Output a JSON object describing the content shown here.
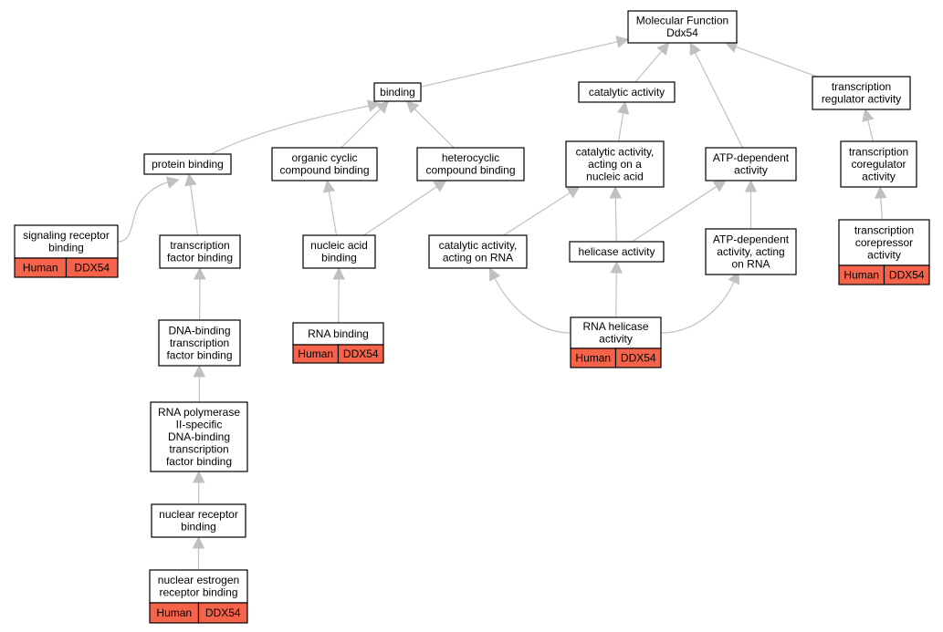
{
  "colors": {
    "edge": "#c0c0c0",
    "annotation_fill": "#f4634a",
    "node_fill": "#ffffff",
    "border": "#000000"
  },
  "nodes": [
    {
      "id": "mf",
      "lines": [
        "Molecular Function",
        "Ddx54"
      ]
    },
    {
      "id": "binding",
      "lines": [
        "binding"
      ]
    },
    {
      "id": "catalytic",
      "lines": [
        "catalytic activity"
      ]
    },
    {
      "id": "tra",
      "lines": [
        "transcription",
        "regulator activity"
      ]
    },
    {
      "id": "protein_binding",
      "lines": [
        "protein binding"
      ]
    },
    {
      "id": "organic_cyclic",
      "lines": [
        "organic cyclic",
        "compound binding"
      ]
    },
    {
      "id": "heterocyclic",
      "lines": [
        "heterocyclic",
        "compound binding"
      ]
    },
    {
      "id": "cat_nucleic",
      "lines": [
        "catalytic activity,",
        "acting on a",
        "nucleic acid"
      ]
    },
    {
      "id": "atp_dep",
      "lines": [
        "ATP-dependent",
        "activity"
      ]
    },
    {
      "id": "trans_coreg",
      "lines": [
        "transcription",
        "coregulator",
        "activity"
      ]
    },
    {
      "id": "signaling",
      "lines": [
        "signaling receptor",
        "binding"
      ],
      "annotation": [
        "Human",
        "DDX54"
      ]
    },
    {
      "id": "tf_binding",
      "lines": [
        "transcription",
        "factor binding"
      ]
    },
    {
      "id": "nucleic_binding",
      "lines": [
        "nucleic acid",
        "binding"
      ]
    },
    {
      "id": "cat_rna",
      "lines": [
        "catalytic activity,",
        "acting on RNA"
      ]
    },
    {
      "id": "helicase",
      "lines": [
        "helicase activity"
      ]
    },
    {
      "id": "atp_rna",
      "lines": [
        "ATP-dependent",
        "activity, acting",
        "on RNA"
      ]
    },
    {
      "id": "corepressor",
      "lines": [
        "transcription",
        "corepressor",
        "activity"
      ],
      "annotation": [
        "Human",
        "DDX54"
      ]
    },
    {
      "id": "rna_binding",
      "lines": [
        "RNA binding"
      ],
      "annotation": [
        "Human",
        "DDX54"
      ]
    },
    {
      "id": "rna_helicase",
      "lines": [
        "RNA helicase",
        "activity"
      ],
      "annotation": [
        "Human",
        "DDX54"
      ]
    },
    {
      "id": "dna_tf",
      "lines": [
        "DNA-binding",
        "transcription",
        "factor binding"
      ]
    },
    {
      "id": "rnapol",
      "lines": [
        "RNA polymerase",
        "II-specific",
        "DNA-binding",
        "transcription",
        "factor binding"
      ]
    },
    {
      "id": "nuc_receptor",
      "lines": [
        "nuclear receptor",
        "binding"
      ]
    },
    {
      "id": "nuc_estrogen",
      "lines": [
        "nuclear estrogen",
        "receptor binding"
      ],
      "annotation": [
        "Human",
        "DDX54"
      ]
    }
  ],
  "edges": [
    {
      "from": "binding",
      "to": "mf"
    },
    {
      "from": "catalytic",
      "to": "mf"
    },
    {
      "from": "atp_dep",
      "to": "mf"
    },
    {
      "from": "tra",
      "to": "mf"
    },
    {
      "from": "protein_binding",
      "to": "binding"
    },
    {
      "from": "organic_cyclic",
      "to": "binding"
    },
    {
      "from": "heterocyclic",
      "to": "binding"
    },
    {
      "from": "cat_nucleic",
      "to": "catalytic"
    },
    {
      "from": "trans_coreg",
      "to": "tra"
    },
    {
      "from": "corepressor",
      "to": "trans_coreg"
    },
    {
      "from": "signaling",
      "to": "protein_binding"
    },
    {
      "from": "tf_binding",
      "to": "protein_binding"
    },
    {
      "from": "nucleic_binding",
      "to": "organic_cyclic"
    },
    {
      "from": "nucleic_binding",
      "to": "heterocyclic"
    },
    {
      "from": "cat_rna",
      "to": "cat_nucleic"
    },
    {
      "from": "helicase",
      "to": "cat_nucleic"
    },
    {
      "from": "helicase",
      "to": "atp_dep"
    },
    {
      "from": "atp_rna",
      "to": "atp_dep"
    },
    {
      "from": "rna_binding",
      "to": "nucleic_binding"
    },
    {
      "from": "rna_helicase",
      "to": "cat_rna"
    },
    {
      "from": "rna_helicase",
      "to": "helicase"
    },
    {
      "from": "rna_helicase",
      "to": "atp_rna"
    },
    {
      "from": "dna_tf",
      "to": "tf_binding"
    },
    {
      "from": "rnapol",
      "to": "dna_tf"
    },
    {
      "from": "nuc_receptor",
      "to": "rnapol"
    },
    {
      "from": "nuc_estrogen",
      "to": "nuc_receptor"
    }
  ]
}
